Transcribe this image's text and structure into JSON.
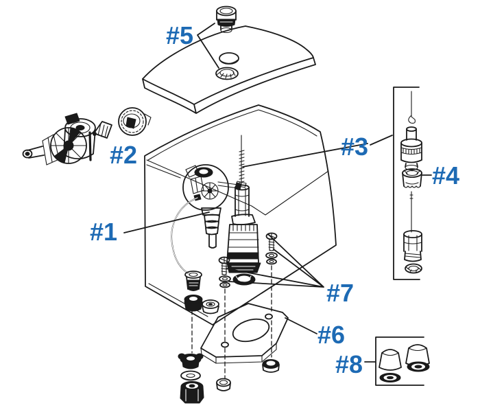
{
  "diagram": {
    "description_labels": "exploded toilet tank parts diagram callouts",
    "colors": {
      "background": "#ffffff",
      "line": "#1a1a1a",
      "label": "#1d6ab4"
    },
    "labels": [
      {
        "id": "1",
        "text": "#1"
      },
      {
        "id": "2",
        "text": "#2"
      },
      {
        "id": "3",
        "text": "#3"
      },
      {
        "id": "4",
        "text": "#4"
      },
      {
        "id": "5",
        "text": "#5"
      },
      {
        "id": "6",
        "text": "#6"
      },
      {
        "id": "7",
        "text": "#7"
      },
      {
        "id": "8",
        "text": "#8"
      }
    ]
  }
}
